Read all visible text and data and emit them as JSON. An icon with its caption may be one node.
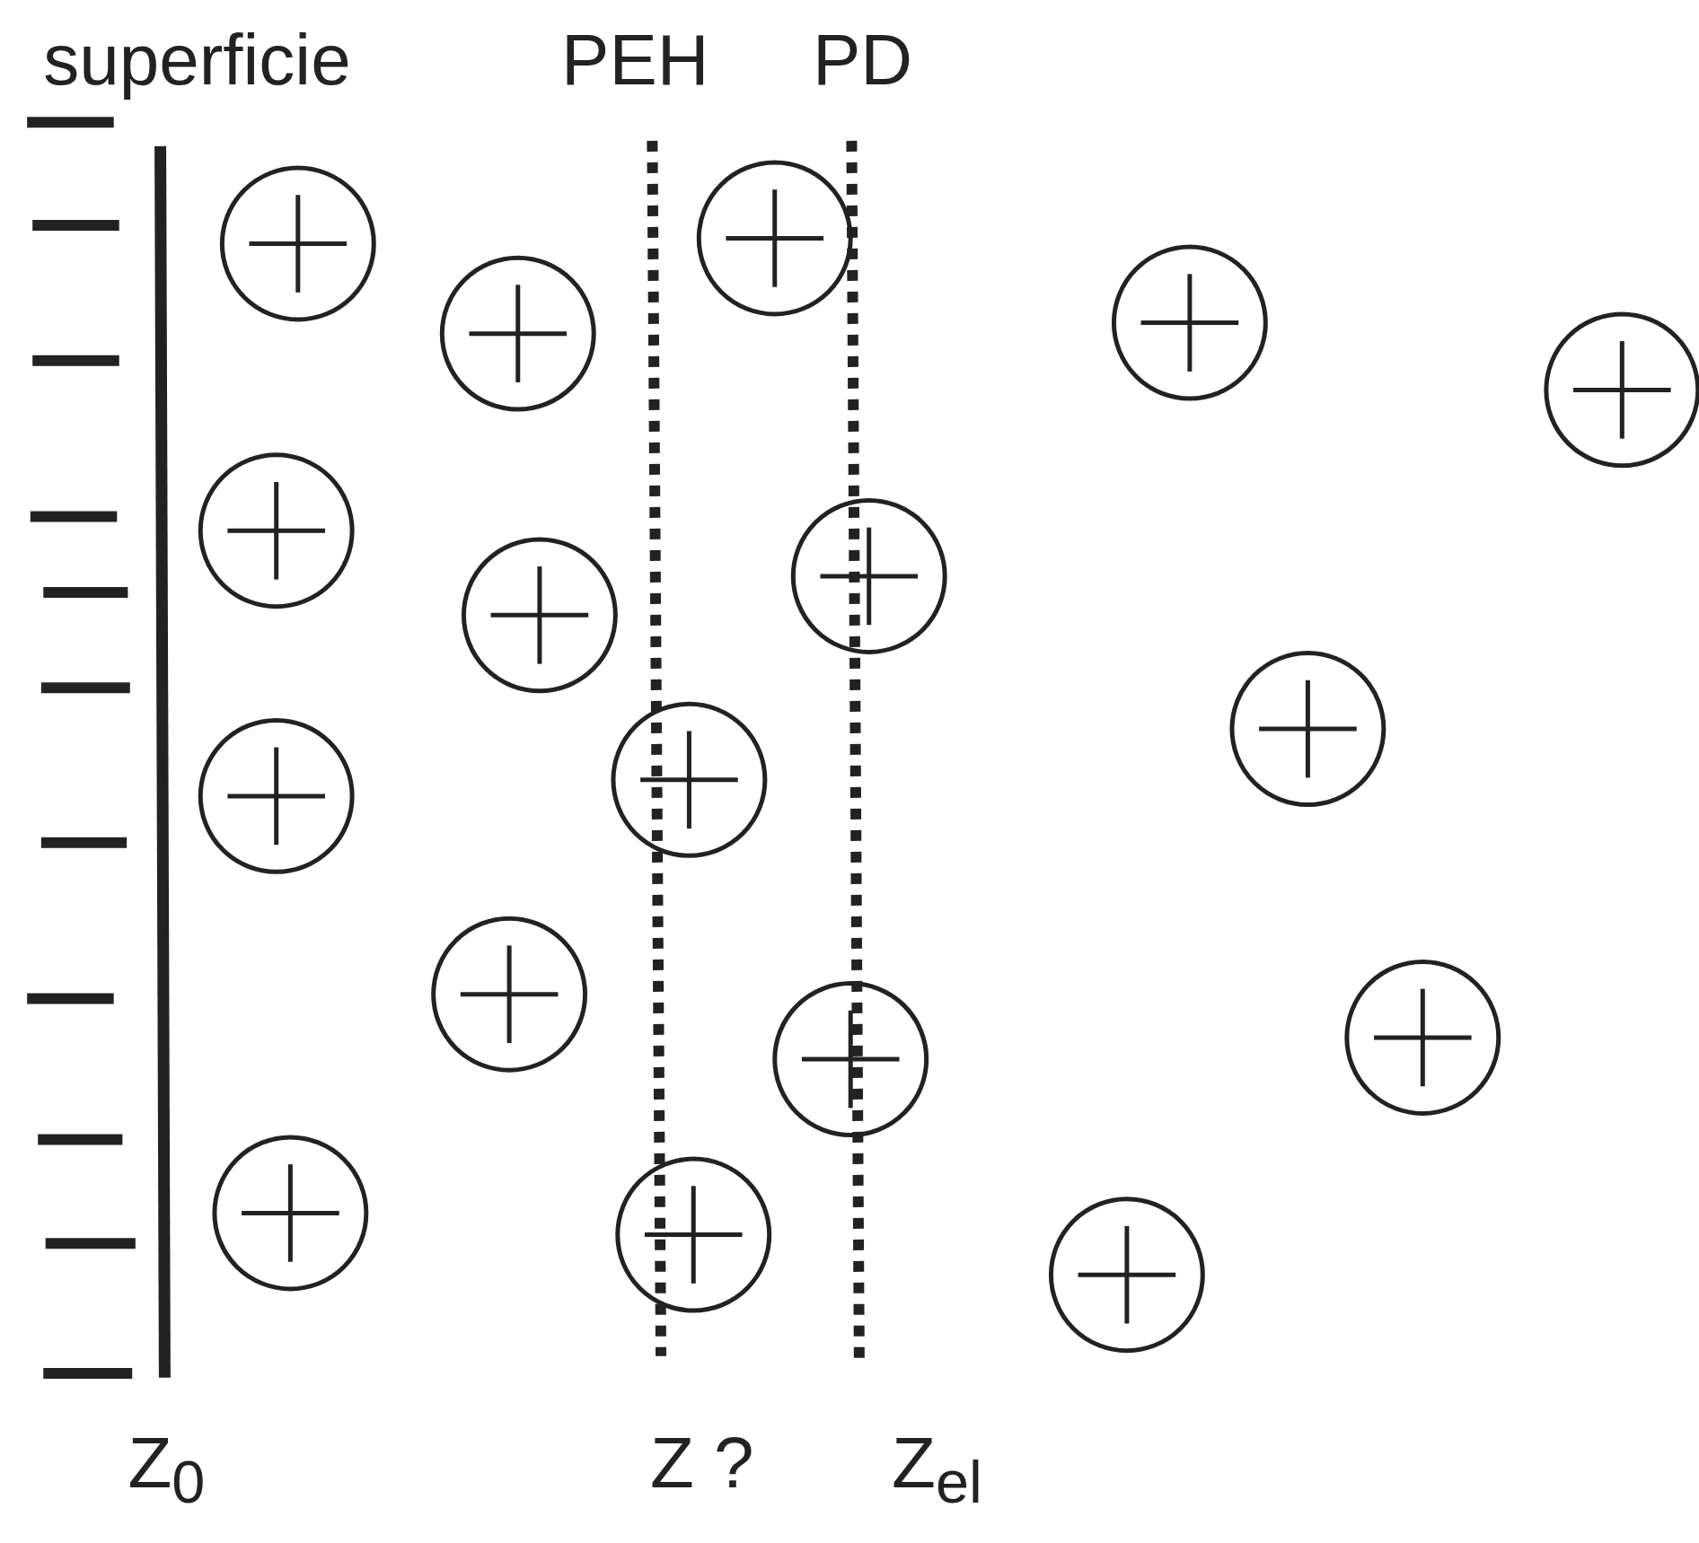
{
  "diagram": {
    "labels": [
      "superficie",
      "PEH",
      "PD",
      "Z$_{0}$",
      "Z ?",
      "Z$_{el}$"
    ]
  }
}
